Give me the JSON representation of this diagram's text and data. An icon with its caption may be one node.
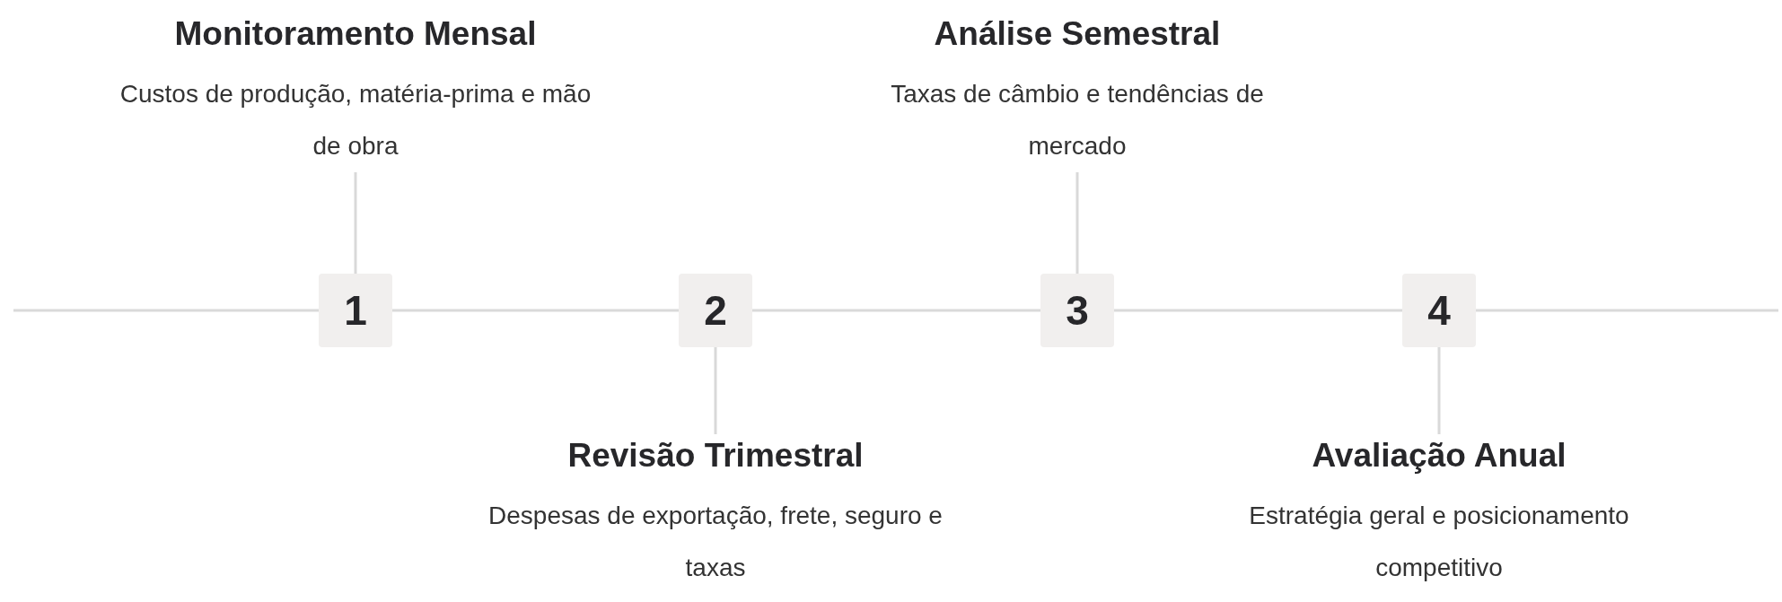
{
  "diagram": {
    "nodes": [
      {
        "text": [
          "Monitoramento Mensal",
          "Custos de produção, matéria-prima e mão de obra"
        ]
      },
      {
        "text": [
          "Análise Semestral",
          "Taxas de câmbio e tendências de mercado"
        ]
      },
      {
        "text": [
          "1"
        ]
      },
      {
        "text": [
          "2"
        ]
      },
      {
        "text": [
          "3"
        ]
      },
      {
        "text": [
          "4"
        ]
      },
      {
        "text": [
          "Revisão Trimestral",
          "Despesas de exportação, frete, seguro e taxas"
        ]
      },
      {
        "text": [
          "Avaliação Anual",
          "Estratégia geral e posicionamento competitivo"
        ]
      }
    ],
    "edges": [
      {
        "from": null,
        "to": 2,
        "arrow": "none"
      },
      {
        "from": 2,
        "to": 3,
        "arrow": "none"
      },
      {
        "from": 3,
        "to": 4,
        "arrow": "none"
      },
      {
        "from": 4,
        "to": 5,
        "arrow": "none"
      },
      {
        "from": 5,
        "to": null,
        "arrow": "none"
      },
      {
        "from": 2,
        "to": 0,
        "arrow": "none"
      },
      {
        "from": 3,
        "to": 6,
        "arrow": "none"
      },
      {
        "from": 4,
        "to": 1,
        "arrow": "none"
      },
      {
        "from": 5,
        "to": 7,
        "arrow": "none"
      }
    ]
  }
}
